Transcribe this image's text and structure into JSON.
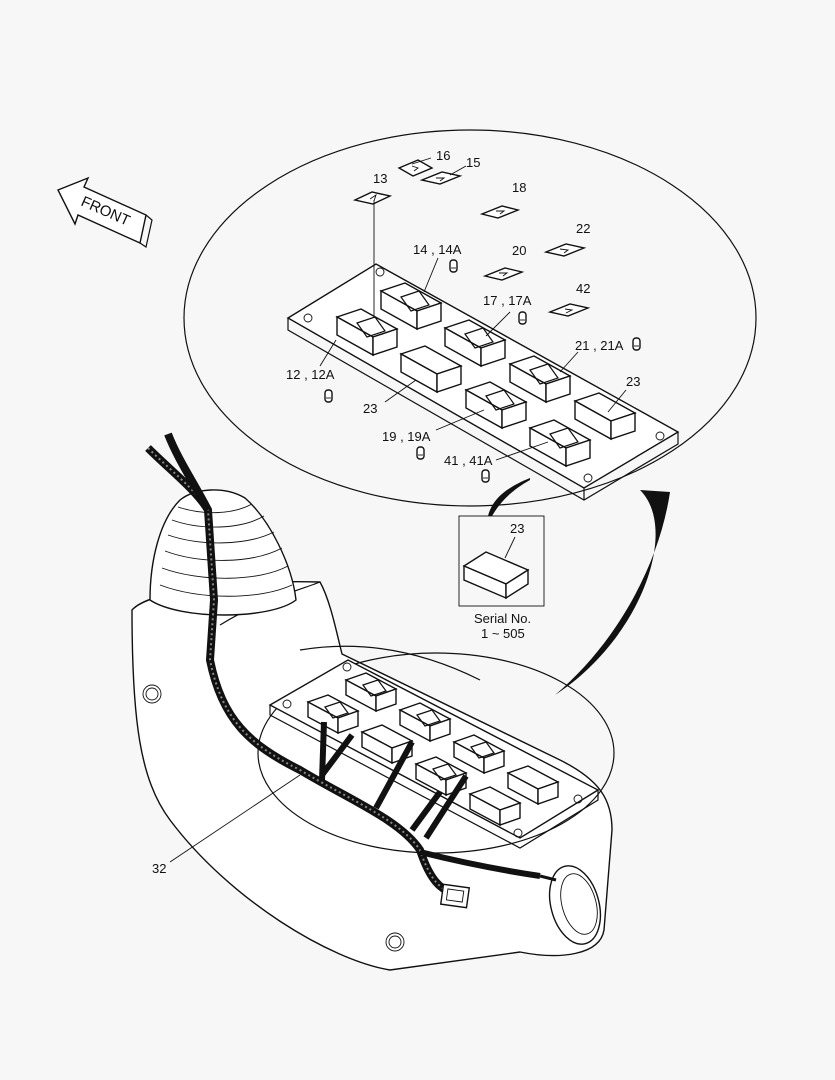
{
  "front_label": "FRONT",
  "callouts": {
    "c16": "16",
    "c15": "15",
    "c13": "13",
    "c18": "18",
    "c22": "22",
    "c14": "14 , 14A",
    "c20": "20",
    "c42": "42",
    "c17": "17 , 17A",
    "c21": "21 , 21A",
    "c12": "12 , 12A",
    "c23a": "23",
    "c23b": "23",
    "c19": "19 , 19A",
    "c41": "41 , 41A",
    "c23_inset": "23",
    "c32": "32"
  },
  "inset": {
    "serial_title": "Serial No.",
    "serial_range": "1 ~ 505"
  }
}
